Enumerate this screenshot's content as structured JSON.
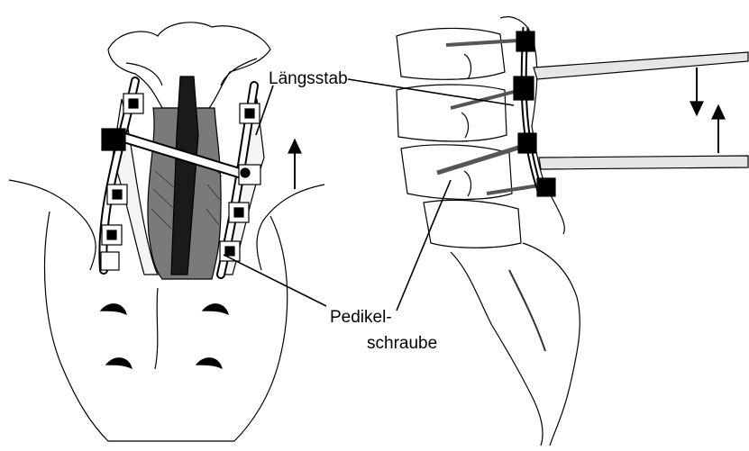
{
  "labels": {
    "laengsstab": "Längsstab",
    "pedikel_line1": "Pedikel-",
    "pedikel_line2": "schraube"
  },
  "colors": {
    "ink": "#000000",
    "paper": "#ffffff",
    "shade": "#7a7a7a",
    "dark": "#1a1a1a"
  }
}
